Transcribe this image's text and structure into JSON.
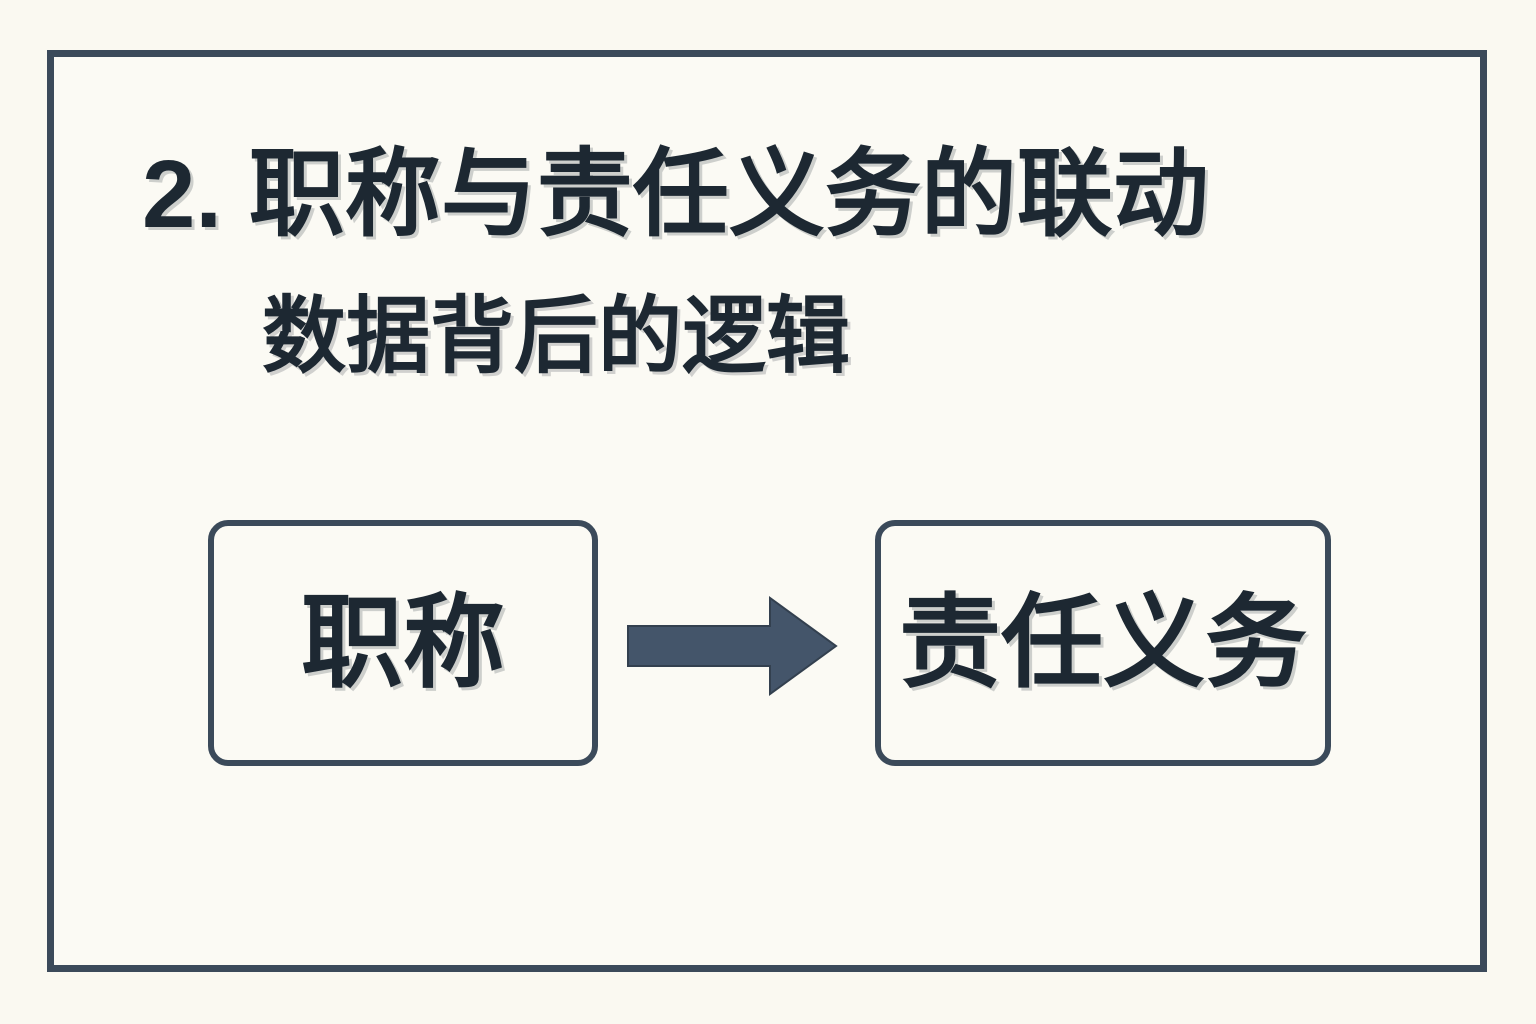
{
  "slide": {
    "background_color": "#faf9f1",
    "frame_color": "#3b4a5a",
    "text_color": "#1d2832",
    "accent_color": "#3b4a5a",
    "title": "2. 职称与责任义务的联动",
    "subtitle": "数据背后的逻辑"
  },
  "diagram": {
    "source_box": {
      "label": "职称"
    },
    "arrow": {
      "icon": "right-arrow-icon",
      "direction": "right"
    },
    "target_box": {
      "label": "责任义务"
    }
  }
}
